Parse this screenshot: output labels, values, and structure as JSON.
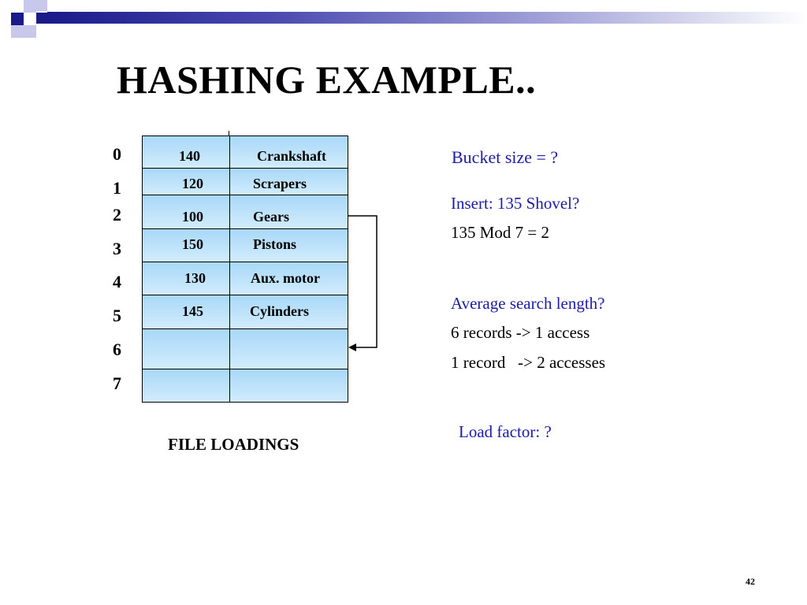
{
  "slide": {
    "title": "HASHING EXAMPLE..",
    "page_number": "42",
    "caption": "FILE LOADINGS"
  },
  "hash_table": {
    "indices": [
      "0",
      "1",
      "2",
      "3",
      "4",
      "5",
      "6",
      "7"
    ],
    "buckets": [
      {
        "key": "140",
        "value": "Crankshaft"
      },
      {
        "key": "120",
        "value": "Scrapers"
      },
      {
        "key": "100",
        "value": "Gears"
      },
      {
        "key": "150",
        "value": "Pistons"
      },
      {
        "key": "130",
        "value": "Aux. motor"
      },
      {
        "key": "145",
        "value": "Cylinders"
      },
      {
        "key": "",
        "value": ""
      },
      {
        "key": "",
        "value": ""
      }
    ],
    "fill_color": "#a8d8f8"
  },
  "notes": {
    "bucket_size": "Bucket size = ?",
    "insert": "Insert:  135  Shovel?",
    "mod_calc": "135 Mod 7 = 2",
    "avg_search": "Average search length?",
    "six_records": "6 records -> 1 access",
    "one_record": "1 record   -> 2 accesses",
    "load_factor": "Load factor: ?"
  },
  "colors": {
    "accent_blue": "#1c1ca8",
    "brand_navy": "#1a1a8a"
  }
}
